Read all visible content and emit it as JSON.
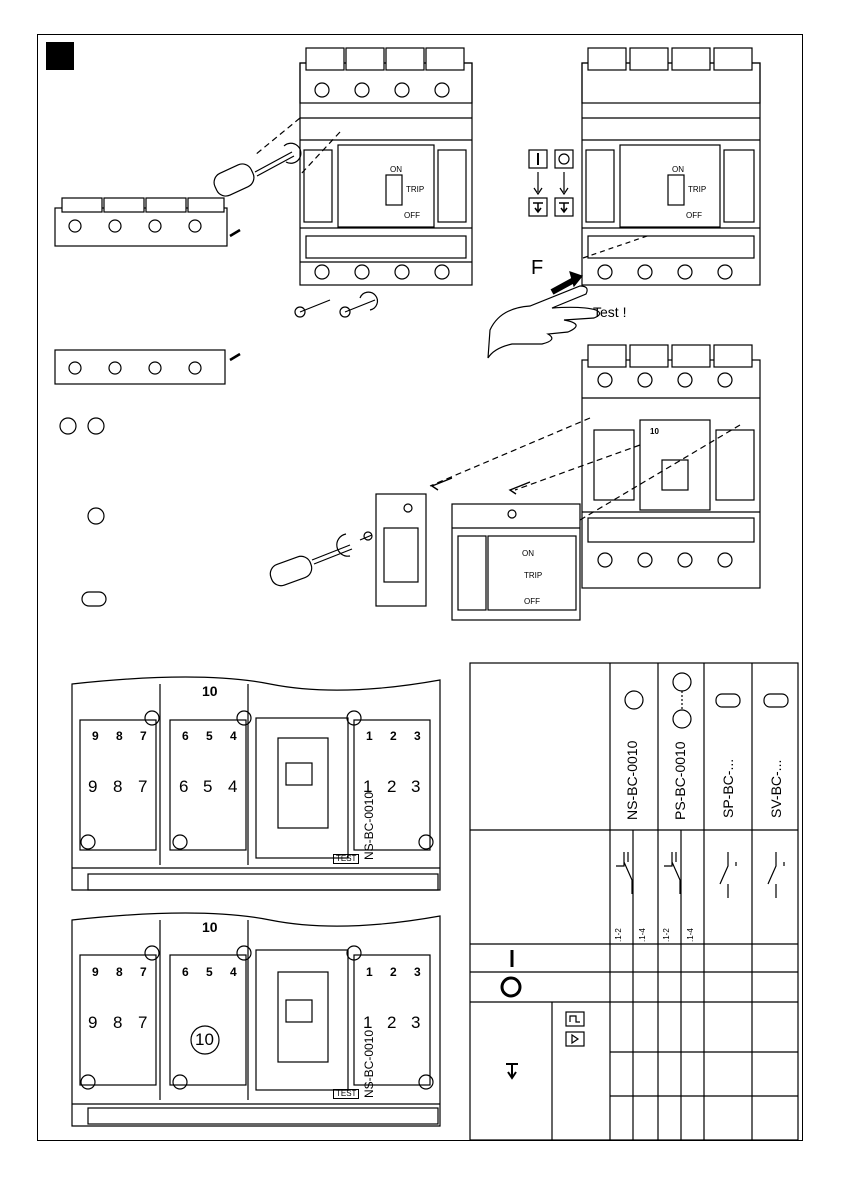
{
  "diagram": {
    "f_label": "F",
    "test_label": "Test !",
    "on_label": "ON",
    "trip_label": "TRIP",
    "off_label": "OFF",
    "position_ten": "10",
    "accessory_code": "NS-BC-0010",
    "test_tag": "TEST",
    "terminal_numbers": [
      "9",
      "8",
      "7",
      "6",
      "5",
      "4",
      "1",
      "2",
      "3"
    ]
  },
  "table": {
    "columns": [
      "NS-BC-0010",
      "PS-BC-0010",
      "SP-BC-...",
      "SV-BC-..."
    ],
    "contact_labels": [
      ".1-2",
      ".1-4",
      ".1-2",
      ".1-4"
    ]
  }
}
